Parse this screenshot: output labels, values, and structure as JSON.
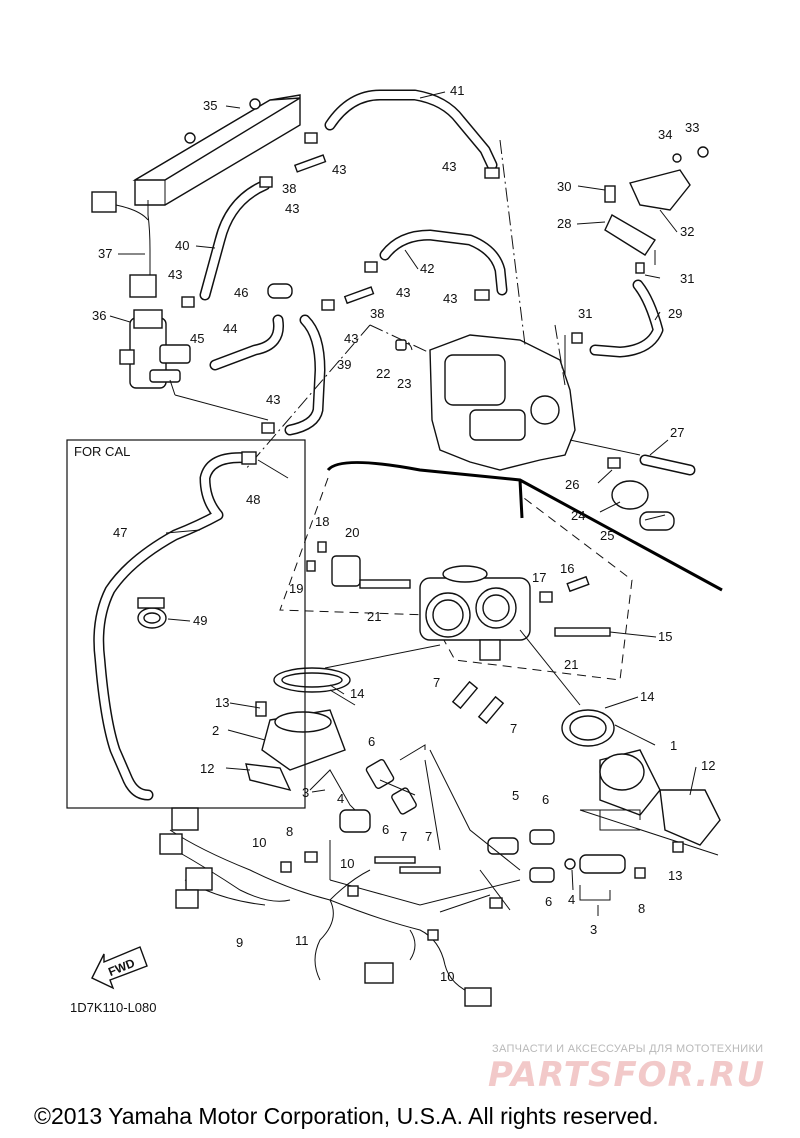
{
  "figure_code": "1D7K110-L080",
  "for_cal_label": "FOR CAL",
  "fwd_label": "FWD",
  "copyright": "©2013 Yamaha Motor Corporation, U.S.A. All rights reserved.",
  "watermark": {
    "tagline": "ЗАПЧАСТИ И АКСЕССУАРЫ ДЛЯ МОТОТЕХНИКИ",
    "logo": "PARTSFOR.RU"
  },
  "callouts": [
    {
      "n": "1"
    },
    {
      "n": "2"
    },
    {
      "n": "3"
    },
    {
      "n": "3"
    },
    {
      "n": "4"
    },
    {
      "n": "4"
    },
    {
      "n": "5"
    },
    {
      "n": "6"
    },
    {
      "n": "6"
    },
    {
      "n": "6"
    },
    {
      "n": "6"
    },
    {
      "n": "7"
    },
    {
      "n": "7"
    },
    {
      "n": "7"
    },
    {
      "n": "7"
    },
    {
      "n": "8"
    },
    {
      "n": "8"
    },
    {
      "n": "9"
    },
    {
      "n": "10"
    },
    {
      "n": "10"
    },
    {
      "n": "10"
    },
    {
      "n": "11"
    },
    {
      "n": "12"
    },
    {
      "n": "12"
    },
    {
      "n": "13"
    },
    {
      "n": "13"
    },
    {
      "n": "14"
    },
    {
      "n": "14"
    },
    {
      "n": "15"
    },
    {
      "n": "16"
    },
    {
      "n": "17"
    },
    {
      "n": "18"
    },
    {
      "n": "19"
    },
    {
      "n": "20"
    },
    {
      "n": "21"
    },
    {
      "n": "21"
    },
    {
      "n": "22"
    },
    {
      "n": "23"
    },
    {
      "n": "24"
    },
    {
      "n": "25"
    },
    {
      "n": "26"
    },
    {
      "n": "27"
    },
    {
      "n": "28"
    },
    {
      "n": "29"
    },
    {
      "n": "30"
    },
    {
      "n": "31"
    },
    {
      "n": "31"
    },
    {
      "n": "32"
    },
    {
      "n": "33"
    },
    {
      "n": "34"
    },
    {
      "n": "35"
    },
    {
      "n": "36"
    },
    {
      "n": "37"
    },
    {
      "n": "38"
    },
    {
      "n": "38"
    },
    {
      "n": "39"
    },
    {
      "n": "40"
    },
    {
      "n": "41"
    },
    {
      "n": "42"
    },
    {
      "n": "43"
    },
    {
      "n": "43"
    },
    {
      "n": "43"
    },
    {
      "n": "43"
    },
    {
      "n": "43"
    },
    {
      "n": "43"
    },
    {
      "n": "43"
    },
    {
      "n": "43"
    },
    {
      "n": "44"
    },
    {
      "n": "45"
    },
    {
      "n": "46"
    },
    {
      "n": "47"
    },
    {
      "n": "48"
    },
    {
      "n": "49"
    }
  ]
}
